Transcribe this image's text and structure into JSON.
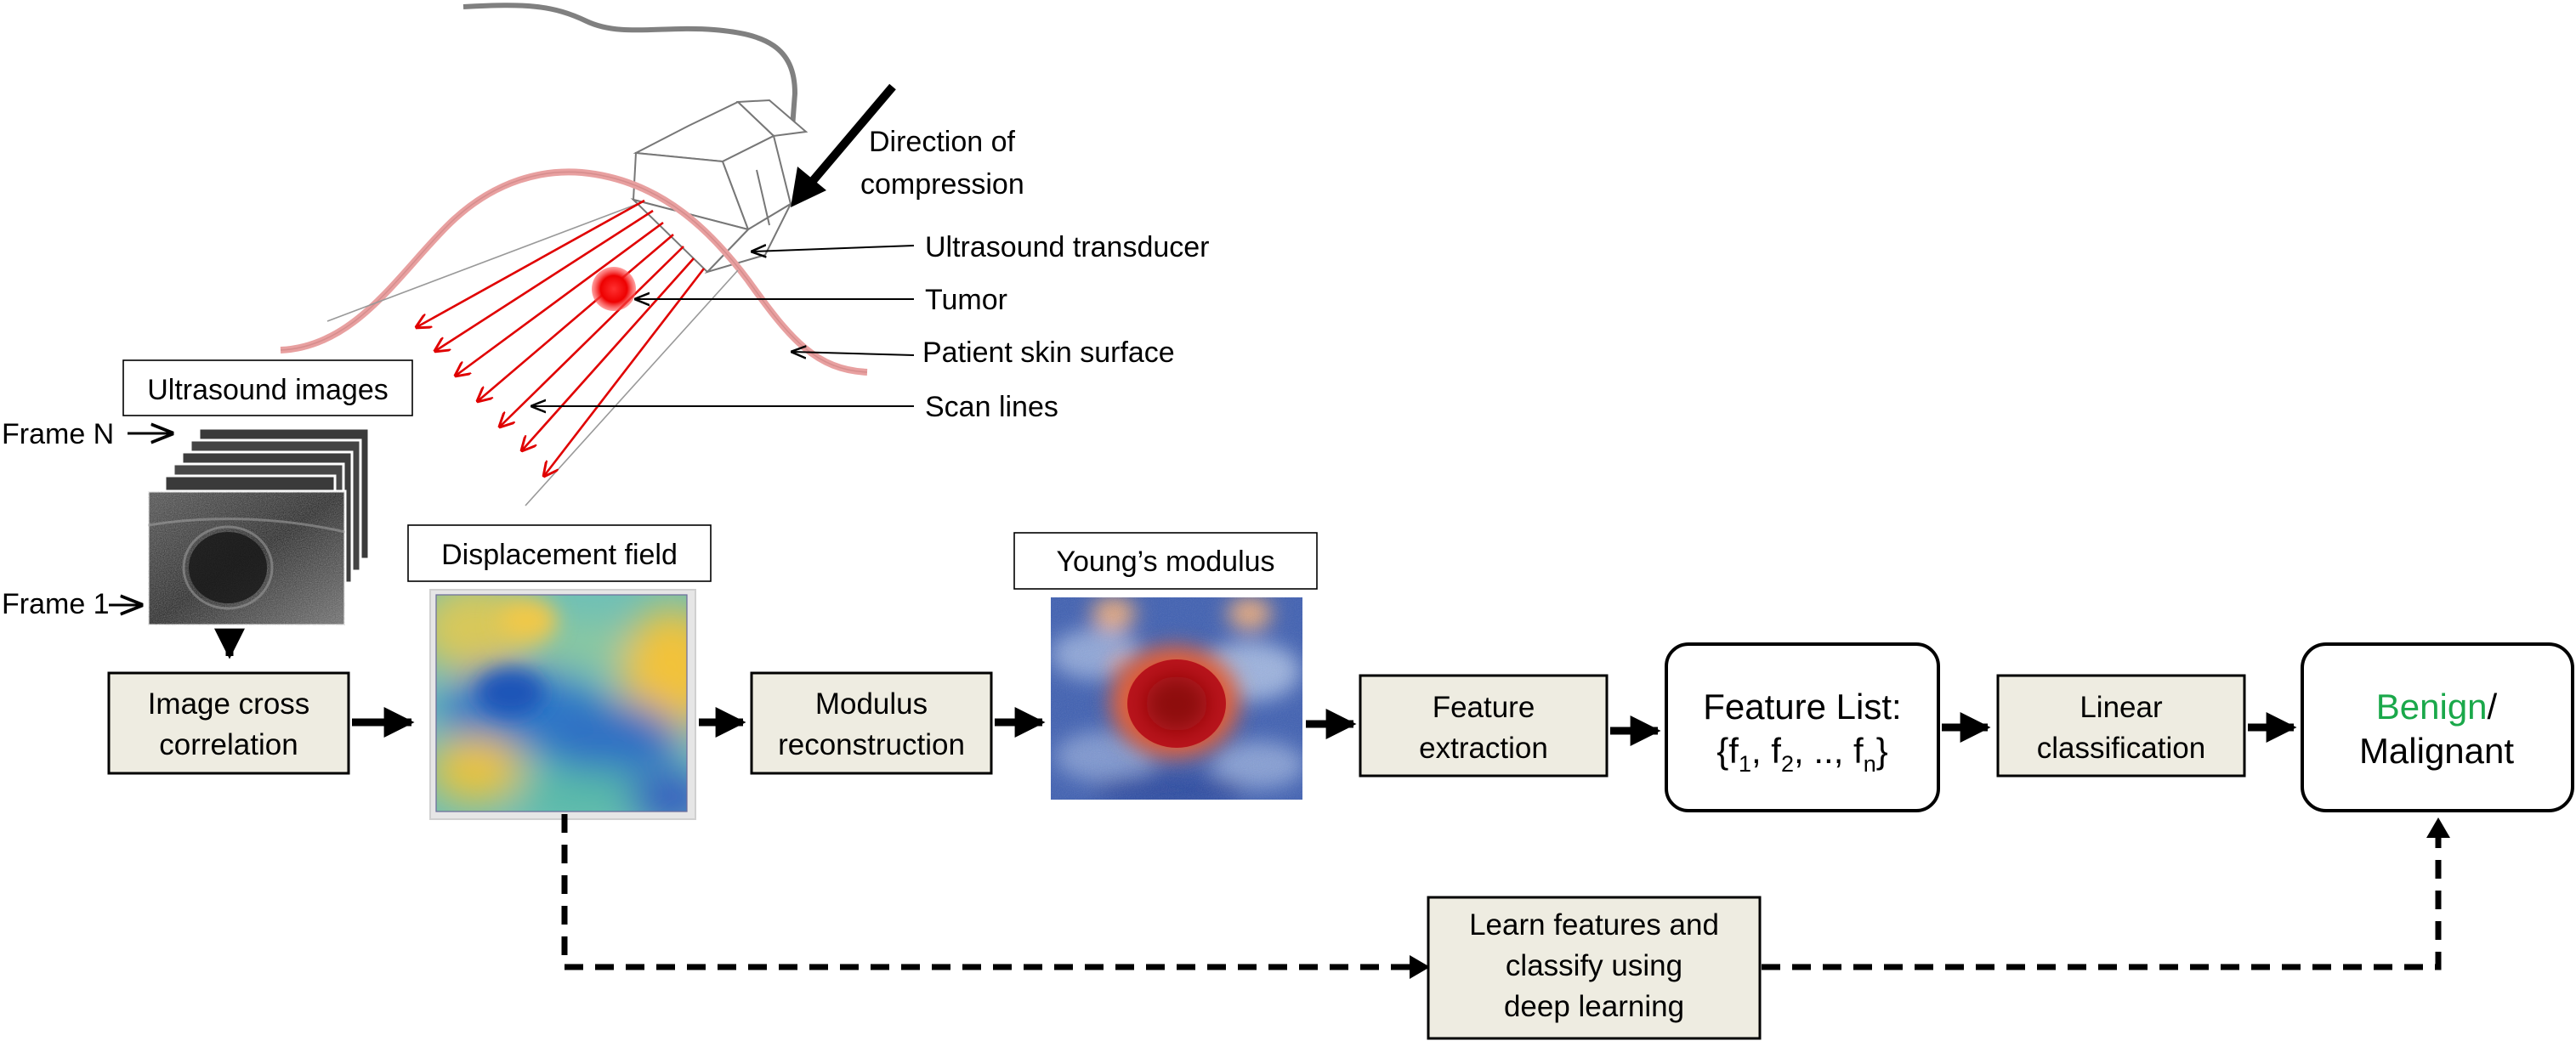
{
  "labels": {
    "direction_line1": "Direction of",
    "direction_line2": "compression",
    "transducer": "Ultrasound transducer",
    "tumor": "Tumor",
    "skin": "Patient skin surface",
    "scan_lines": "Scan lines",
    "ultrasound_images": "Ultrasound images",
    "frame_n": "Frame N",
    "frame_1": "Frame 1",
    "displacement_field": "Displacement field",
    "youngs_modulus": "Young’s modulus"
  },
  "boxes": {
    "cross_corr_line1": "Image cross",
    "cross_corr_line2": "correlation",
    "modulus_line1": "Modulus",
    "modulus_line2": "reconstruction",
    "feature_ext_line1": "Feature",
    "feature_ext_line2": "extraction",
    "feature_list_title": "Feature List:",
    "feature_list_open": "{f",
    "feature_list_sub1": "1",
    "feature_list_sep1": ", f",
    "feature_list_sub2": "2",
    "feature_list_sep2": ", .., f",
    "feature_list_subn": "n",
    "feature_list_close": "}",
    "linear_line1": "Linear",
    "linear_line2": "classification",
    "benign": "Benign",
    "slash": "/",
    "malignant": "Malignant",
    "deep_line1": "Learn features and",
    "deep_line2": "classify using",
    "deep_line3": "deep learning"
  },
  "colors": {
    "benign": "#1aa84a",
    "malignant": "#e31b1b",
    "box_fill": "#eeece1",
    "scan_line": "#e00000",
    "skin": "#e8a0a0"
  }
}
